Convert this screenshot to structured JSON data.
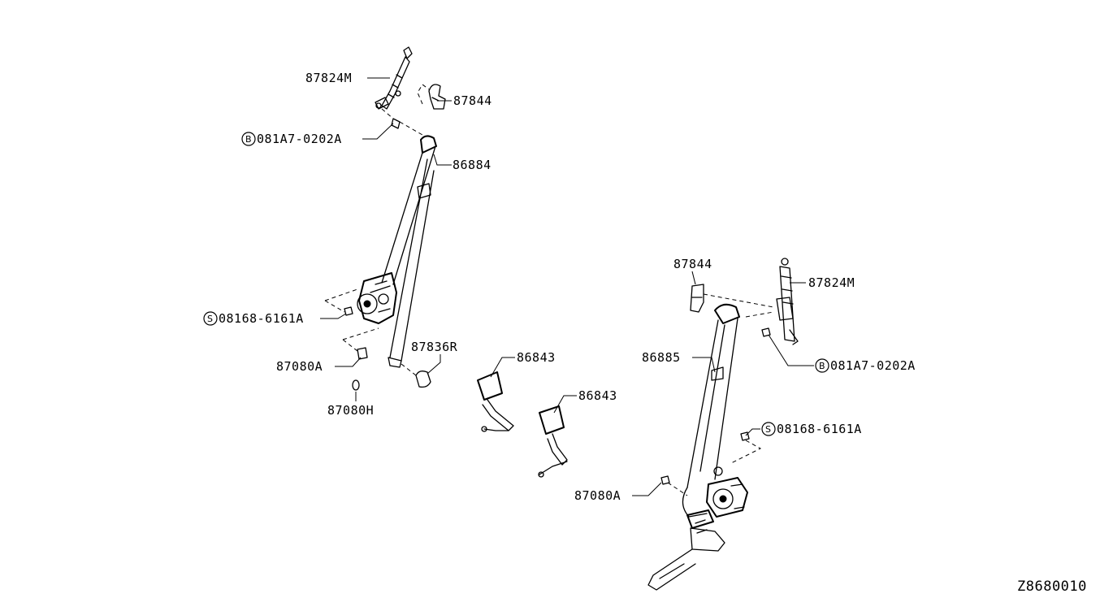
{
  "labels": {
    "p87824m_left": "87824M",
    "p87844_left": "87844",
    "p081a7_left": "081A7-0202A",
    "p86884": "86884",
    "p08168_left": "08168-6161A",
    "p87080a_left": "87080A",
    "p87836r": "87836R",
    "p87080h": "87080H",
    "p86843_a": "86843",
    "p86843_b": "86843",
    "p87844_right": "87844",
    "p87824m_right": "87824M",
    "p86885": "86885",
    "p081a7_right": "081A7-0202A",
    "p08168_right": "08168-6161A",
    "p87080a_right": "87080A"
  },
  "symbols": {
    "bolt": "B",
    "screw": "S"
  },
  "diagram_code": "Z8680010"
}
